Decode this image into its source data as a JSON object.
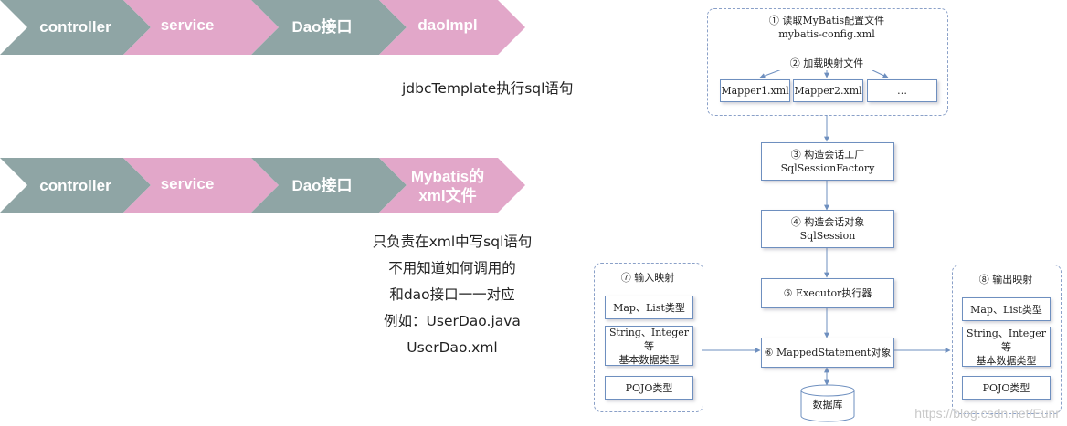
{
  "row1": {
    "items": [
      "controller",
      "service",
      "Dao接口",
      "daoImpl"
    ],
    "note": "jdbcTemplate执行sql语句"
  },
  "row2": {
    "items": [
      "controller",
      "service",
      "Dao接口",
      "Mybatis的\nxml文件"
    ],
    "notes": [
      "只负责在xml中写sql语句",
      "不用知道如何调用的",
      "和dao接口一一对应",
      "例如：UserDao.java",
      "UserDao.xml"
    ]
  },
  "colors": {
    "teal": "#8fa5a5",
    "pink": "#e2a7c9",
    "line": "#6e8fbf"
  },
  "flow": {
    "config": {
      "line1": "① 读取MyBatis配置文件",
      "line2": "mybatis-config.xml"
    },
    "load_mapping": "② 加载映射文件",
    "mappers": [
      "Mapper1.xml",
      "Mapper2.xml",
      "…"
    ],
    "factory": {
      "line1": "③ 构造会话工厂",
      "line2": "SqlSessionFactory"
    },
    "session": {
      "line1": "④ 构造会话对象",
      "line2": "SqlSession"
    },
    "executor": "⑤ Executor执行器",
    "mapped_statement": "⑥ MappedStatement对象",
    "database": "数据库",
    "input": {
      "title": "⑦ 输入映射",
      "items": [
        "Map、List类型",
        "String、Integer等\n基本数据类型",
        "POJO类型"
      ]
    },
    "output": {
      "title": "⑧ 输出映射",
      "items": [
        "Map、List类型",
        "String、Integer等\n基本数据类型",
        "POJO类型"
      ]
    }
  },
  "watermark": "https://blog.csdn.net/Eunr"
}
